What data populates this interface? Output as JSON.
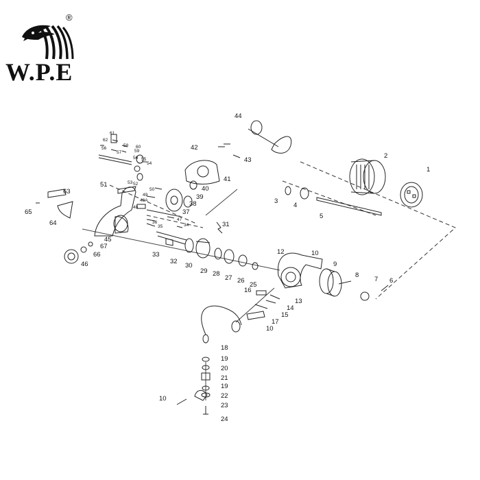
{
  "brand": {
    "name": "W.P.E",
    "registered_mark": "®"
  },
  "labels": {
    "l1": "1",
    "l2": "2",
    "l3": "3",
    "l4": "4",
    "l5": "5",
    "l6": "6",
    "l7": "7",
    "l8": "8",
    "l9": "9",
    "l10a": "10",
    "l10b": "10",
    "l10c": "10",
    "l12": "12",
    "l13": "13",
    "l14": "14",
    "l15": "15",
    "l16": "16",
    "l17": "17",
    "l18": "18",
    "l19a": "19",
    "l19b": "19",
    "l20": "20",
    "l21": "21",
    "l22": "22",
    "l23": "23",
    "l24": "24",
    "l25": "25",
    "l26": "26",
    "l27": "27",
    "l28": "28",
    "l29": "29",
    "l30": "30",
    "l31": "31",
    "l32": "32",
    "l33": "33",
    "l34": "34",
    "l35": "35",
    "l36": "36",
    "l37": "37",
    "l38": "38",
    "l39": "39",
    "l40": "40",
    "l41": "41",
    "l42": "42",
    "l43": "43",
    "l44": "44",
    "l45": "45",
    "l46": "46",
    "l47": "47",
    "l48": "48",
    "l48a": "48A",
    "l49": "49",
    "l50": "50",
    "l51": "51",
    "l52": "52",
    "l53": "53",
    "l54": "54",
    "l55": "55",
    "l56a": "56",
    "l56b": "56",
    "l57": "57",
    "l58": "58",
    "l59": "59",
    "l60": "60",
    "l61": "61",
    "l62": "62",
    "l63": "63",
    "l64": "64",
    "l65": "65",
    "l66": "66",
    "l67": "67"
  }
}
